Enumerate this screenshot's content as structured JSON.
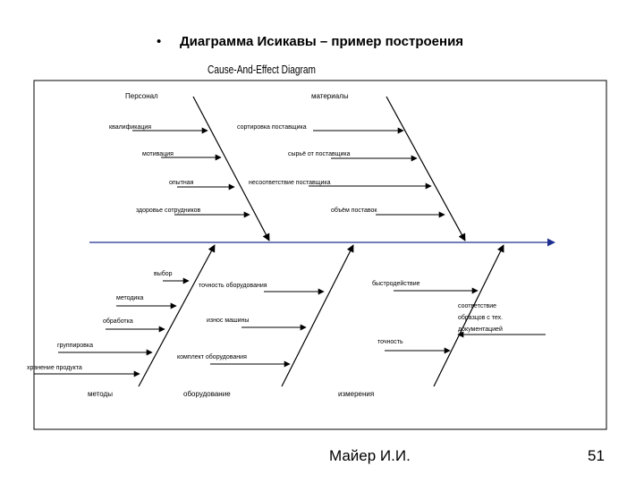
{
  "slide": {
    "bullet": "•",
    "title": "Диаграмма Исикавы – пример построения",
    "author": "Майер И.И.",
    "page_number": "51"
  },
  "diagram": {
    "title": "Cause-And-Effect Diagram",
    "spine_color": "#1f2f8f",
    "categories": {
      "personnel": "Персонал",
      "materials": "материалы",
      "methods": "методы",
      "equipment": "оборудование",
      "measurements": "измерения"
    },
    "causes": {
      "personnel": [
        "квалификация",
        "мотивация",
        "опытная",
        "здоровье сотрудников"
      ],
      "materials": [
        "сортировка поставщика",
        "сырьё от поставщика",
        "несоответствие поставщика",
        "объём поставок"
      ],
      "methods": [
        "выбор",
        "методика",
        "обработка",
        "группировка",
        "хранение продукта"
      ],
      "equipment": [
        "точность оборудования",
        "износ машины",
        "комплект оборудования"
      ],
      "measurements": [
        "быстродействие",
        "соответствие",
        "образцов с тех.",
        "документацией",
        "точность"
      ]
    }
  }
}
